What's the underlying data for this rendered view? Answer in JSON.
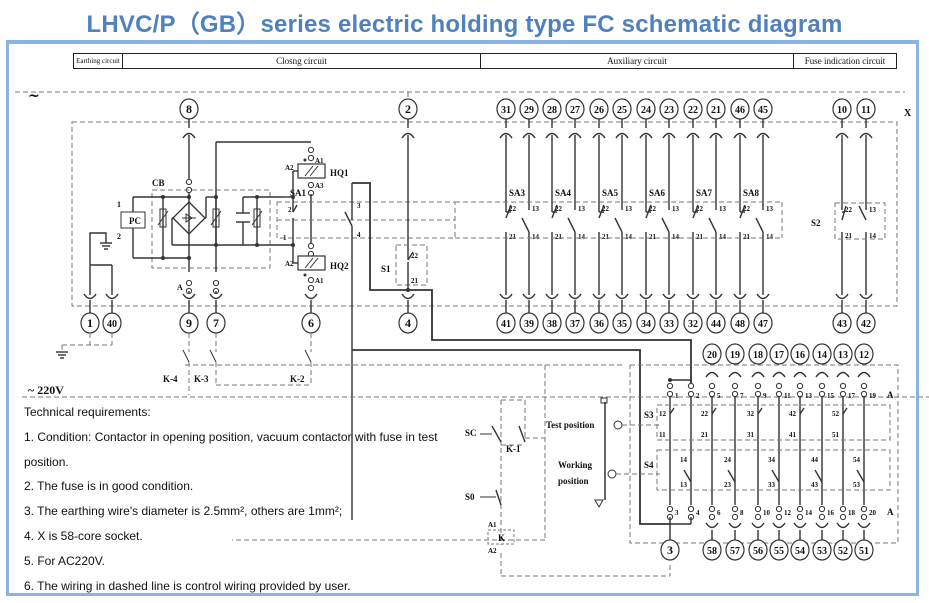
{
  "title": "LHVC/P（GB）series electric holding type FC schematic diagram",
  "header_sections": [
    "Earthing circuit",
    "Closng circuit",
    "Auxiliary circuit",
    "Fuse indication circuit"
  ],
  "labels": {
    "ac_symbol": "~",
    "supply": "~ 220V",
    "socket": "X",
    "cb": "CB",
    "pc": "PC",
    "pc_pin1": "1",
    "pc_pin2": "2",
    "hq1": "HQ1",
    "hq2": "HQ2",
    "sa1": "SA1",
    "s1": "S1",
    "s2": "S2",
    "s3": "S3",
    "s4": "S4",
    "sc": "SC",
    "so": "S0",
    "k1": "K-1",
    "k2": "K-2",
    "k3": "K-3",
    "k4": "K-4",
    "k_coil": "K",
    "a1": "A1",
    "a2": "A2",
    "a3": "A3",
    "a": "A",
    "test_position": "Test position",
    "working_position": "Working",
    "working_position2": "position"
  },
  "terminals": {
    "closing_top": [
      "8",
      "2"
    ],
    "closing_bottom": [
      "1",
      "40",
      "9",
      "7",
      "6",
      "4"
    ],
    "aux_top": [
      "31",
      "29",
      "28",
      "27",
      "26",
      "25",
      "24",
      "23",
      "22",
      "21",
      "46",
      "45"
    ],
    "aux_bottom": [
      "41",
      "39",
      "38",
      "37",
      "36",
      "35",
      "34",
      "33",
      "32",
      "44",
      "48",
      "47"
    ],
    "fuse_top": [
      "10",
      "11"
    ],
    "fuse_bottom": [
      "43",
      "42"
    ],
    "lower_top": [
      "20",
      "19",
      "18",
      "17",
      "16",
      "14",
      "13",
      "12"
    ],
    "lower_bottom": [
      "58",
      "57",
      "56",
      "55",
      "54",
      "53",
      "52",
      "51"
    ],
    "lower_common": "3"
  },
  "aux_switches": [
    "SA3",
    "SA4",
    "SA5",
    "SA6",
    "SA7",
    "SA8"
  ],
  "aux_contacts": {
    "nc_top": "22",
    "nc_bottom": "21",
    "no_top": "13",
    "no_bottom": "14"
  },
  "lower_pins_top": [
    "1",
    "2",
    "5",
    "7",
    "9",
    "11",
    "13",
    "15",
    "17",
    "19"
  ],
  "lower_pins_bottom": [
    "3",
    "4",
    "6",
    "8",
    "10",
    "12",
    "14",
    "16",
    "18",
    "20"
  ],
  "s3_contacts": [
    [
      "12",
      "11"
    ],
    [
      "22",
      "21"
    ],
    [
      "32",
      "31"
    ],
    [
      "42",
      "41"
    ],
    [
      "52",
      "51"
    ]
  ],
  "s4_contacts": [
    [
      "14",
      "13"
    ],
    [
      "24",
      "23"
    ],
    [
      "34",
      "33"
    ],
    [
      "44",
      "43"
    ],
    [
      "54",
      "53"
    ]
  ],
  "notes": {
    "heading": "Technical requirements:",
    "items": [
      "1. Condition: Contactor in opening position, vacuum contactor with fuse in test",
      "position.",
      "2. The fuse is in good condition.",
      "3. The earthing wire's diameter is 2.5mm², others are 1mm²;",
      "4. X is 58-core socket.",
      "5. For AC220V.",
      "6. The wiring in dashed line is control wiring provided by user."
    ]
  },
  "colors": {
    "title": "#4f81bd",
    "frame": "#8db3e2",
    "line": "#333333",
    "dash": "#777777"
  }
}
